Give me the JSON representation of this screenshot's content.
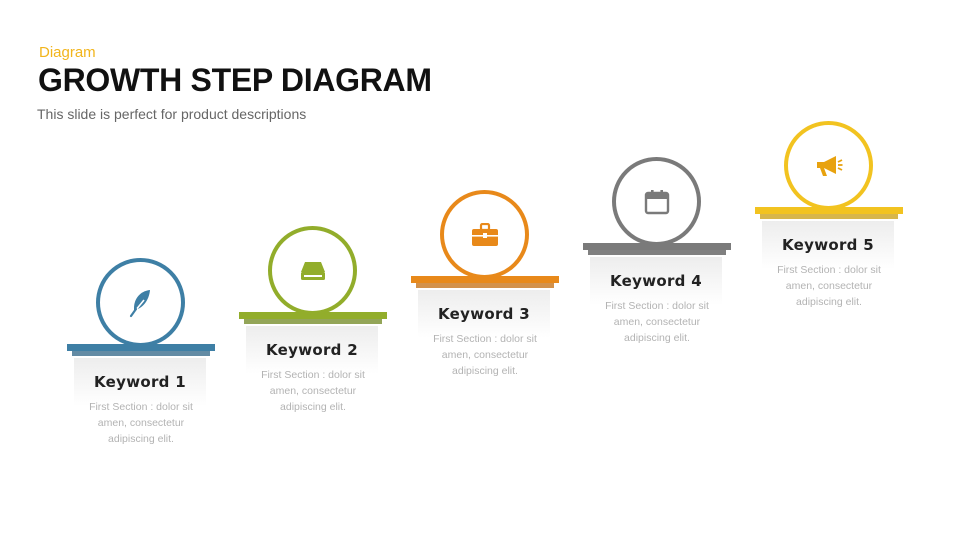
{
  "header": {
    "eyebrow": "Diagram",
    "title": "GROWTH STEP DIAGRAM",
    "subtitle": "This slide is perfect for product descriptions"
  },
  "steps": [
    {
      "keyword": "Keyword 1",
      "line1": "First Section : dolor sit",
      "line2": "amen, consectetur",
      "line3": "adipiscing elit.",
      "icon": "feather-icon",
      "color": "#3e7fa5"
    },
    {
      "keyword": "Keyword 2",
      "line1": "First Section : dolor sit",
      "line2": "amen, consectetur",
      "line3": "adipiscing elit.",
      "icon": "hard-drive-icon",
      "color": "#92ad2b"
    },
    {
      "keyword": "Keyword 3",
      "line1": "First Section : dolor sit",
      "line2": "amen, consectetur",
      "line3": "adipiscing elit.",
      "icon": "briefcase-icon",
      "color": "#e8891a"
    },
    {
      "keyword": "Keyword 4",
      "line1": "First Section : dolor sit",
      "line2": "amen, consectetur",
      "line3": "adipiscing elit.",
      "icon": "calendar-icon",
      "color": "#7a7a7a"
    },
    {
      "keyword": "Keyword 5",
      "line1": "First Section : dolor sit",
      "line2": "amen, consectetur",
      "line3": "adipiscing elit.",
      "icon": "megaphone-icon",
      "color": "#f2c320"
    }
  ]
}
